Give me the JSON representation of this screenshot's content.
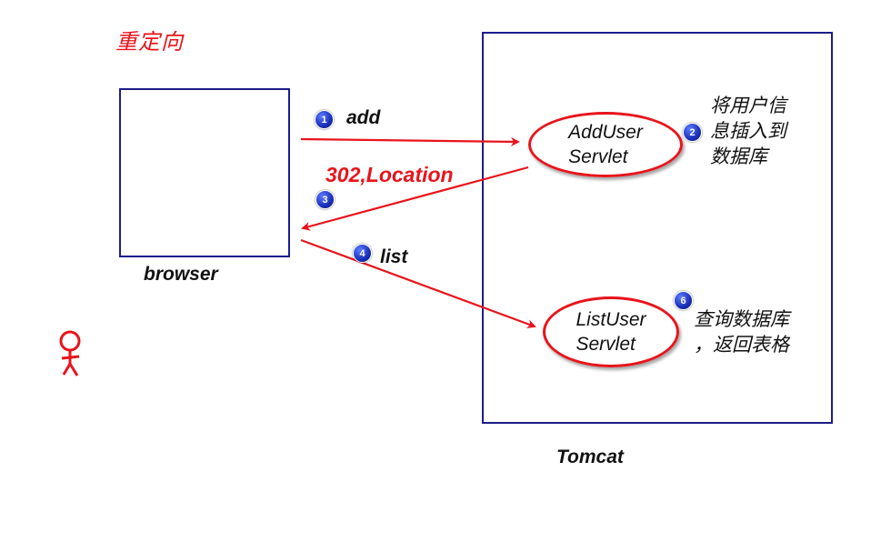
{
  "title": "重定向",
  "browser": {
    "label": "browser"
  },
  "tomcat": {
    "label": "Tomcat"
  },
  "servlets": {
    "add": {
      "line1": "AddUser",
      "line2": "Servlet"
    },
    "list": {
      "line1": "ListUser",
      "line2": "Servlet"
    }
  },
  "arrows": {
    "add_label": "add",
    "redirect_label": "302,Location",
    "list_label": "list"
  },
  "steps": [
    "1",
    "2",
    "3",
    "4",
    "6"
  ],
  "notes": {
    "add": [
      "将用户信",
      "息插入到",
      "数据库"
    ],
    "list": [
      "查询数据库",
      "，返回表格"
    ]
  },
  "colors": {
    "accent": "#e8141b",
    "box": "#1c1c8c",
    "step": "#1a2fb8"
  },
  "icons": {
    "person": "person-icon"
  }
}
